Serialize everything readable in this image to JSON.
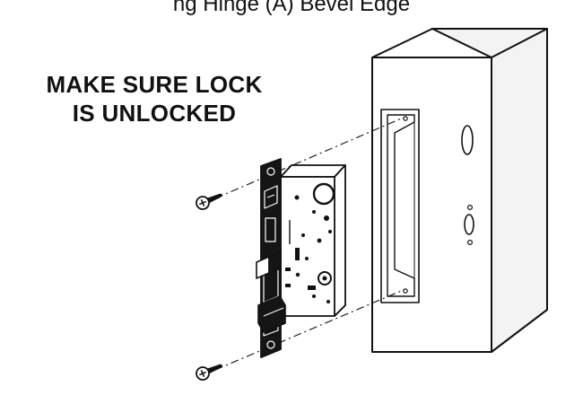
{
  "figure": {
    "top_caption": "ng Hinge (A) Bevel Edge",
    "warning_line1": "MAKE SURE LOCK",
    "warning_line2": "IS UNLOCKED"
  },
  "colors": {
    "door_face": "#f2f2f2",
    "door_edge": "#e4e4e4",
    "lock_body": "#ffffff",
    "faceplate": "#151515",
    "line": "#111111"
  },
  "icons": [
    "screw-icon",
    "door-illustration",
    "mortise-lock-illustration"
  ]
}
